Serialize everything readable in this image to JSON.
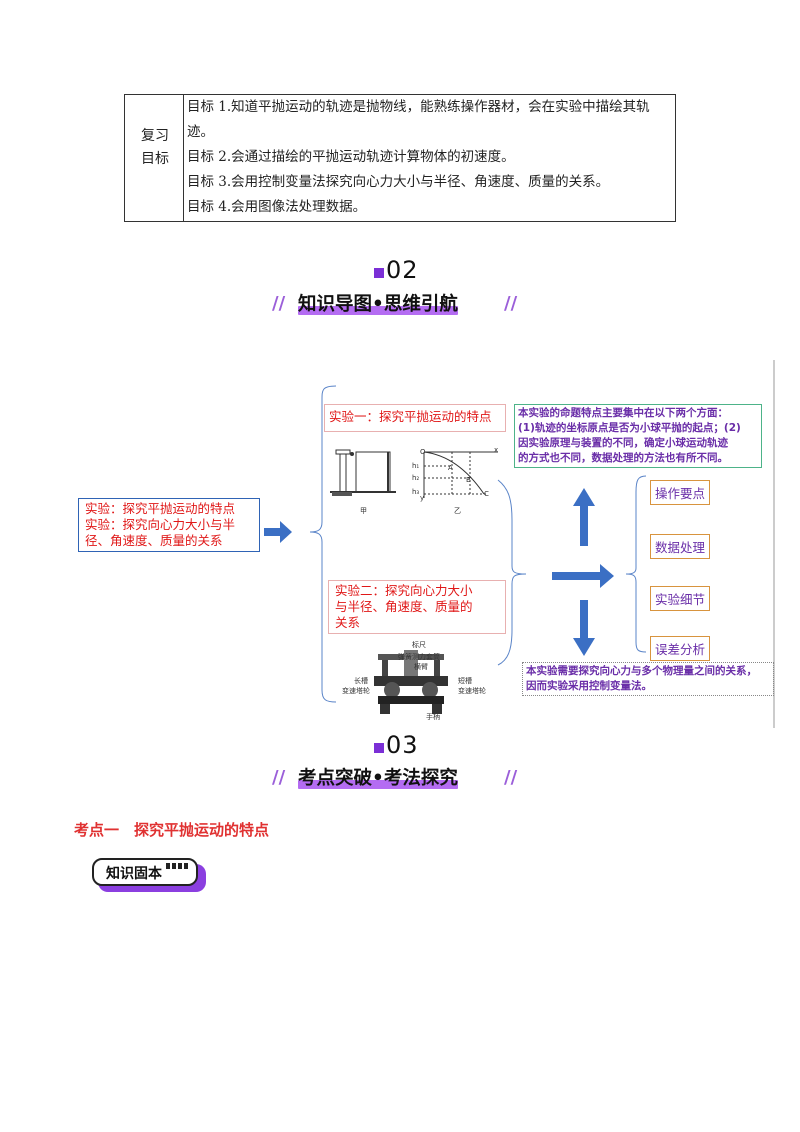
{
  "goals": {
    "label_line1": "复习",
    "label_line2": "目标",
    "items": [
      "目标 1.知道平抛运动的轨迹是抛物线，能熟练操作器材，会在实验中描绘其轨",
      "迹。",
      "目标 2.会通过描绘的平抛运动轨迹计算物体的初速度。",
      "目标 3.会用控制变量法探究向心力大小与半径、角速度、质量的关系。",
      "目标 4.会用图像法处理数据。"
    ]
  },
  "section2": {
    "number": "02",
    "title": "知识导图•思维引航"
  },
  "section3": {
    "number": "03",
    "title": "考点突破•考法探究"
  },
  "mindmap": {
    "root_line1": "实验：探究平抛运动的特点",
    "root_line2": "实验：探究向心力大小与半",
    "root_line3": "径、角速度、质量的关系",
    "exp1_title": "实验一：探究平抛运动的特点",
    "exp1_fig_a": "甲",
    "exp1_fig_b": "乙",
    "exp2_line1": "实验二：探究向心力大小",
    "exp2_line2": "与半径、角速度、质量的",
    "exp2_line3": "关系",
    "note1_line1": "本实验的命题特点主要集中在以下两个方面：",
    "note1_line2": "(1)轨迹的坐标原点是否为小球平抛的起点；(2)",
    "note1_line3": "因实验原理与装置的不同，确定小球运动轨迹",
    "note1_line4": "的方式也不同，数据处理的方法也有所不同。",
    "note2_line1": "本实验需要探究向心力与多个物理量之间的关系，",
    "note2_line2": "因而实验采用控制变量法。",
    "pills": [
      "操作要点",
      "数据处理",
      "实验细节",
      "误差分析"
    ],
    "apparatus_labels": {
      "ruler": "标尺",
      "spring": "弹簧测力套筒",
      "arm": "横臂",
      "long_slot": "长槽",
      "left_tower": "变速塔轮",
      "short_slot": "短槽",
      "right_tower": "变速塔轮",
      "handle": "手柄"
    },
    "graph_labels": {
      "o": "O",
      "a": "A",
      "b": "B",
      "c": "C",
      "x": "x",
      "y": "y",
      "h1": "h₁",
      "h2": "h₂",
      "h3": "h₃"
    }
  },
  "topic1": "考点一　探究平抛运动的特点",
  "badge": "知识固本"
}
